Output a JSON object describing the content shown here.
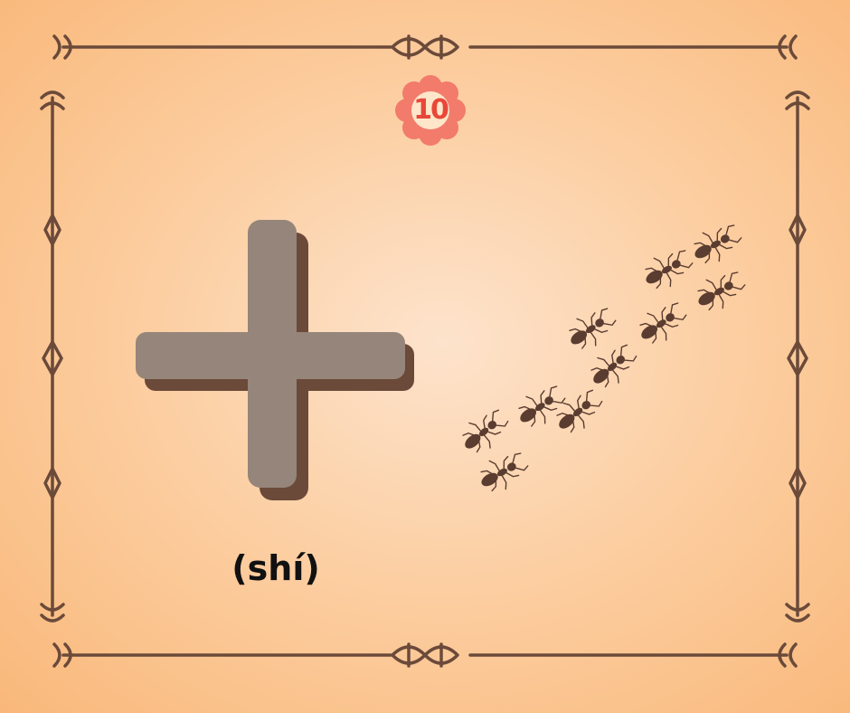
{
  "card": {
    "number": "10",
    "character": "十",
    "pinyin": "(shí)",
    "ant_count": 10
  },
  "colors": {
    "background": "#fccfa3",
    "frame": "#6b4a3a",
    "character": "#96857a",
    "character_shadow": "#6b4a3a",
    "badge": "#f27b6b",
    "badge_number": "#e8473a",
    "ant": "#5a3c30"
  },
  "icons": {
    "badge": "flower-badge-icon",
    "ant": "ant-icon"
  }
}
